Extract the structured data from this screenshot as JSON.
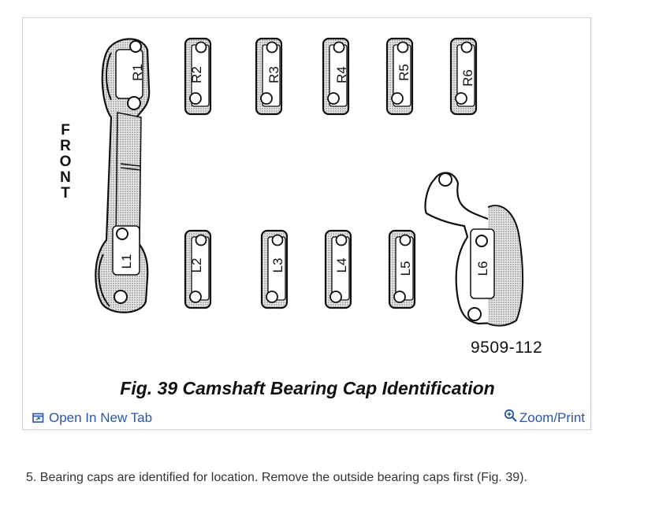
{
  "figure": {
    "front_label": "FRONT",
    "caps_right": [
      "R1",
      "R2",
      "R3",
      "R4",
      "R5",
      "R6"
    ],
    "caps_left": [
      "L1",
      "L2",
      "L3",
      "L4",
      "L5",
      "L6"
    ],
    "code": "9509-112",
    "caption": "Fig. 39 Camshaft Bearing Cap Identification"
  },
  "actions": {
    "open_new_tab": "Open In New Tab",
    "zoom_print": "Zoom/Print"
  },
  "instruction": "5. Bearing caps are identified for location. Remove the outside bearing caps first (Fig. 39).",
  "colors": {
    "link": "#2a57a8",
    "shading": "#c9c9c9"
  },
  "icons": {
    "open_new_tab": "open-in-new-tab-icon",
    "zoom_print": "zoom-in-icon"
  }
}
